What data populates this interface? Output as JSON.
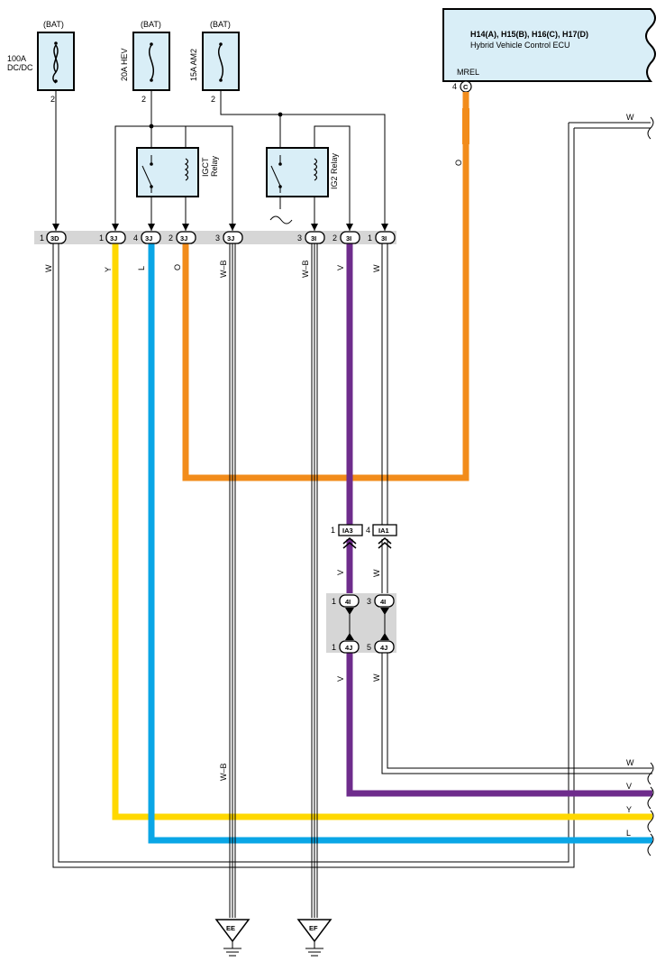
{
  "ecu": {
    "title": "H14(A), H15(B), H16(C), H17(D)",
    "subtitle": "Hybrid Vehicle Control ECU",
    "terminal_name": "MREL",
    "pin": "4",
    "connector": "C"
  },
  "fuses": [
    {
      "supply": "(BAT)",
      "label": "100A DC/DC",
      "label_lines": [
        "100A",
        "DC/DC"
      ],
      "pin": "2"
    },
    {
      "supply": "(BAT)",
      "label": "20A HEV",
      "pin": "2"
    },
    {
      "supply": "(BAT)",
      "label": "15A AM2",
      "pin": "2"
    }
  ],
  "relays": [
    {
      "label_lines": [
        "IGCT",
        "Relay"
      ]
    },
    {
      "label_lines": [
        "IG2 Relay"
      ]
    }
  ],
  "junction_block": [
    {
      "pin": "1",
      "connector": "3D"
    },
    {
      "pin": "1",
      "connector": "3J"
    },
    {
      "pin": "4",
      "connector": "3J"
    },
    {
      "pin": "2",
      "connector": "3J"
    },
    {
      "pin": "3",
      "connector": "3J"
    },
    {
      "pin": "3",
      "connector": "3I"
    },
    {
      "pin": "2",
      "connector": "3I"
    },
    {
      "pin": "1",
      "connector": "3I"
    }
  ],
  "wire_labels": {
    "w_3d": "W",
    "y_3j": "Y",
    "l_3j": "L",
    "o_3j": "O",
    "wb_3j": "W–B",
    "wb_3i": "W–B",
    "v_3i": "V",
    "w_3i": "W",
    "o_ecu": "O",
    "w_top_right": "W",
    "v_lower": "V",
    "w_lower": "W",
    "v_lower2": "V",
    "w_lower2": "W",
    "wb_lower": "W–B"
  },
  "inline_connectors": [
    {
      "pin": "1",
      "connector": "IA3"
    },
    {
      "pin": "4",
      "connector": "IA1"
    }
  ],
  "splice_connectors": [
    {
      "pin": "1",
      "connector": "4I"
    },
    {
      "pin": "3",
      "connector": "4I"
    },
    {
      "pin": "1",
      "connector": "4J"
    },
    {
      "pin": "5",
      "connector": "4J"
    }
  ],
  "output_wires": [
    "W",
    "V",
    "Y",
    "L"
  ],
  "grounds": [
    "EE",
    "EF"
  ],
  "colors": {
    "orange": "#F28C1B",
    "yellow": "#FFD800",
    "blue": "#0AA6E6",
    "purple": "#6E2C8C",
    "gray_bar": "#D6D6D6",
    "ecu_fill": "#D9EEF7",
    "fuse_fill": "#D9EEF7"
  }
}
